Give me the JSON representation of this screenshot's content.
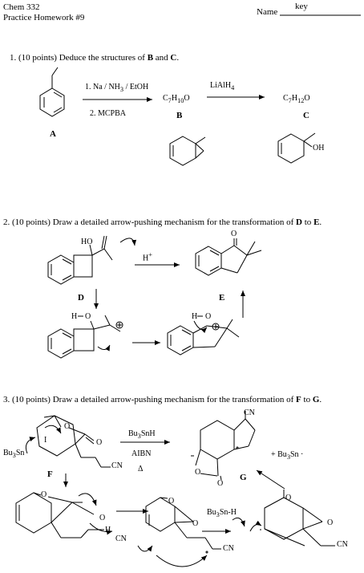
{
  "header": {
    "course": "Chem 332",
    "assignment": "Practice Homework #9",
    "name_label": "Name",
    "name_value": "key"
  },
  "q1": {
    "prompt_prefix": "1.  (10 points) Deduce the structures of ",
    "B": "B",
    "and": " and ",
    "C": "C",
    "dot": ".",
    "reagent1": "1. Na / NH",
    "reagent1_sub": "3",
    "reagent1_tail": " / EtOH",
    "reagent2": "2. MCPBA",
    "formula_B": "C",
    "formula_B_1": "7",
    "formula_B_2": "H",
    "formula_B_3": "10",
    "formula_B_4": "O",
    "reagent3": "LiAlH",
    "reagent3_sub": "4",
    "formula_C": "C",
    "formula_C_1": "7",
    "formula_C_2": "H",
    "formula_C_3": "12",
    "formula_C_4": "O",
    "label_A": "A",
    "label_B": "B",
    "label_C": "C",
    "oh": "OH"
  },
  "q2": {
    "prompt_prefix": "2.  (10 points)  Draw a detailed arrow-pushing mechanism for the transformation of   ",
    "D": "D",
    "to": " to ",
    "E": "E",
    "dot": ".",
    "ho": "HO",
    "h_plus": "H",
    "plus": "+",
    "o": "O",
    "label_D": "D",
    "label_E": "E",
    "h_o_1": "H",
    "o_1": "O",
    "h_o_2": "H",
    "o_2": "O"
  },
  "q3": {
    "prompt_prefix": "3.  (10 points)   Draw a detailed arrow-pushing mechanism for the transformation of   ",
    "F": "F",
    "to": " to ",
    "G": "G",
    "dot": ".",
    "reagent1": "Bu",
    "reagent1_sub": "3",
    "reagent1_tail": "SnH",
    "reagent2": "AIBN",
    "delta": "Δ",
    "byproduct": "+ Bu",
    "byproduct_sub": "3",
    "byproduct_tail": "Sn  ·",
    "bu3sn": "Bu",
    "bu3sn_sub": "3",
    "bu3sn_tail": "Sn",
    "i": "I",
    "o": "O",
    "cn": "CN",
    "label_F": "F",
    "label_G": "G",
    "bu3snh": "Bu",
    "bu3snh_sub": "3",
    "bu3snh_tail": "Sn-H",
    "h": "H"
  }
}
